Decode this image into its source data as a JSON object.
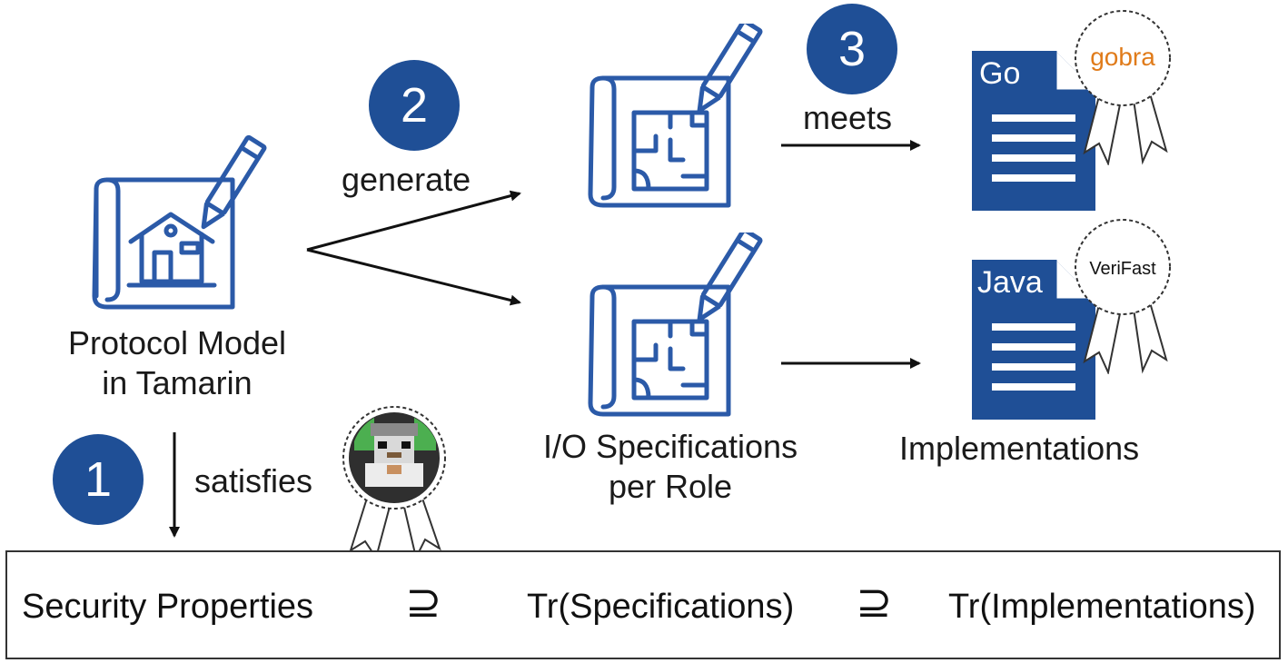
{
  "steps": {
    "one": "1",
    "two": "2",
    "three": "3"
  },
  "labels": {
    "model_line1": "Protocol Model",
    "model_line2": "in Tamarin",
    "generate": "generate",
    "meets": "meets",
    "satisfies": "satisfies",
    "spec_line1": "I/O Specifications",
    "spec_line2": "per Role",
    "implementations": "Implementations"
  },
  "documents": {
    "top_lang": "Go",
    "bottom_lang": "Java"
  },
  "badges": {
    "top": "gobra",
    "bottom": "VeriFast"
  },
  "bottom_row": {
    "left": "Security Properties",
    "op1": "⊇",
    "middle": "Tr(Specifications)",
    "op2": "⊇",
    "right": "Tr(Implementations)"
  },
  "colors": {
    "blue": "#1f4f96",
    "icon_stroke": "#2b5aa8",
    "gobra_orange": "#e07b1a"
  },
  "icons": [
    "blueprint-house-icon",
    "blueprint-floorplan-icon",
    "document-icon",
    "rosette-badge-icon",
    "pencil-icon",
    "arrow-icon"
  ]
}
